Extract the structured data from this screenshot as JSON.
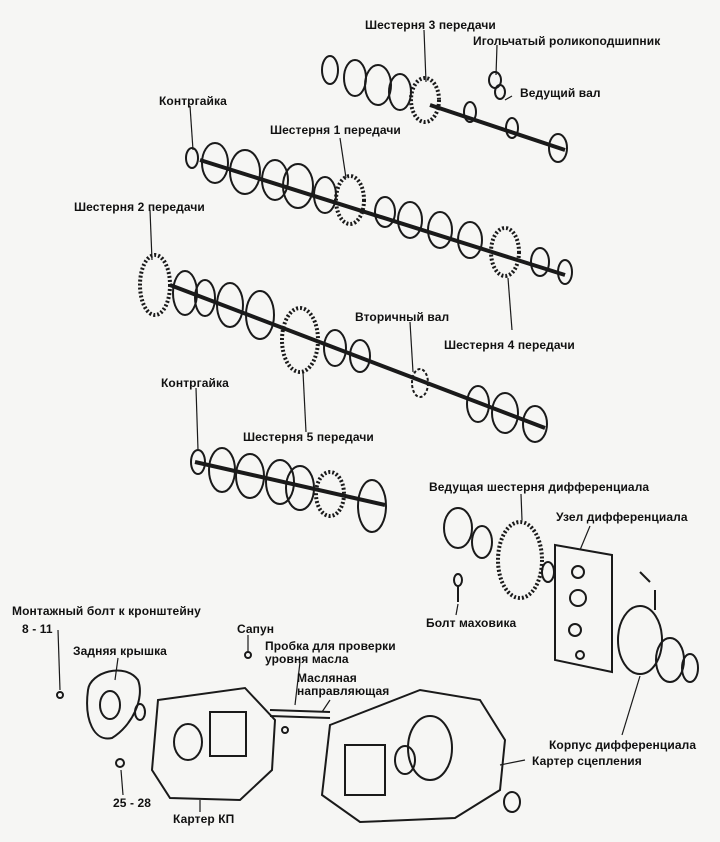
{
  "labels": {
    "gear3": "Шестерня 3 передачи",
    "needle_bearing": "Игольчатый роликоподшипник",
    "input_shaft": "Ведущий вал",
    "locknut_top": "Контргайка",
    "gear1": "Шестерня 1 передачи",
    "gear2": "Шестерня 2 передачи",
    "output_shaft": "Вторичный вал",
    "gear4": "Шестерня 4 передачи",
    "locknut_mid": "Контргайка",
    "gear5": "Шестерня 5 передачи",
    "diff_drive_gear": "Ведущая шестерня дифференциала",
    "diff_assembly": "Узел дифференциала",
    "flywheel_bolt": "Болт маховика",
    "mount_bolt": "Монтажный болт к кронштейну",
    "torque_8_11": "8 - 11",
    "rear_cover": "Задняя крышка",
    "breather": "Сапун",
    "oil_plug": "Пробка для проверки\nуровня масла",
    "oil_guide": "Масляная\nнаправляющая",
    "diff_case": "Корпус дифференциала",
    "torque_25_28": "25 - 28",
    "gearbox_case": "Картер КП",
    "clutch_case": "Картер сцепления"
  },
  "colors": {
    "ink": "#1a1a1a",
    "paper": "#f6f6f4"
  }
}
